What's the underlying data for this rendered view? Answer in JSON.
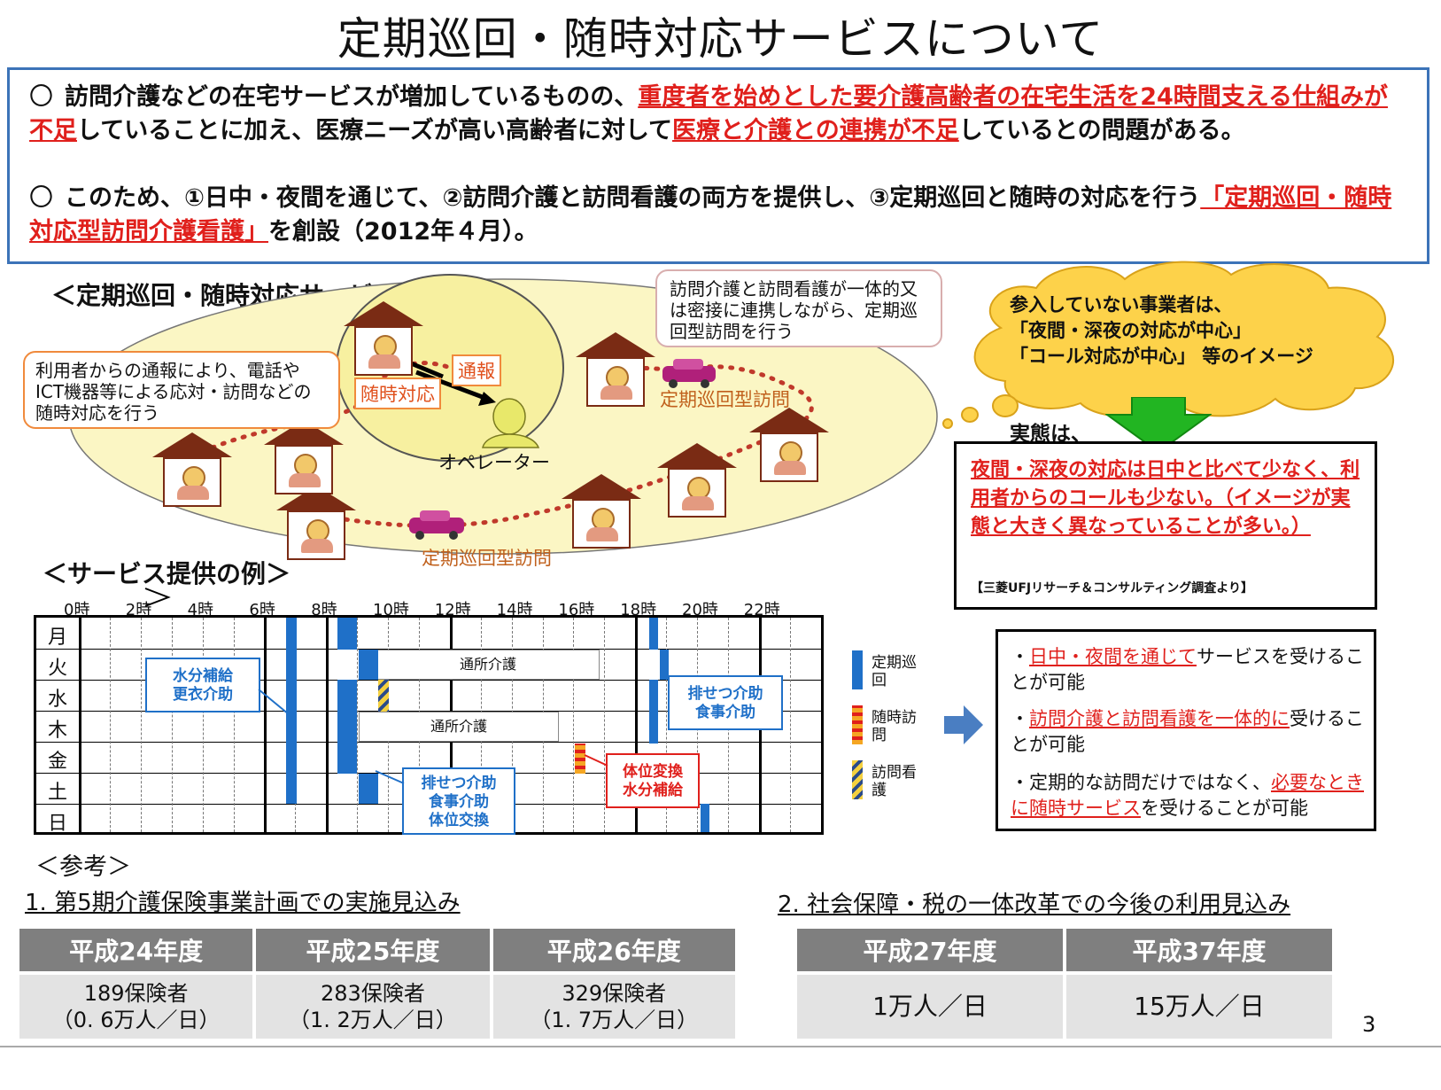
{
  "title": "定期巡回・随時対応サービスについて",
  "intro": {
    "p1_mark": "〇",
    "p1_a": "訪問介護などの在宅サービスが増加しているものの、",
    "p1_b": "重度者を始めとした要介護高齢者の在宅生活を24時間支える仕組みが不足",
    "p1_c": "していることに加え、医療ニーズが高い高齢者に対して",
    "p1_d": "医療と介護との連携が不足",
    "p1_e": "しているとの問題がある。",
    "p2_mark": "〇",
    "p2_a": "このため、①日中・夜間を通じて、②訪問介護と訪問看護の両方を提供し、③定期巡回と随時の対応を行う",
    "p2_b": "「定期巡回・随時対応型訪問介護看護」",
    "p2_c": "を創設（2012年４月）。"
  },
  "image_section": {
    "heading": "＜定期巡回・随時対応サービスのイメージ＞",
    "callout_left": "利用者からの通報により、電話やICT機器等による応対・訪問などの随時対応を行う",
    "callout_top": "訪問介護と訪問看護が一体的又は密接に連携しながら、定期巡回型訪問を行う",
    "tag_report": "通報",
    "tag_response": "随時対応",
    "operator": "オペレーター",
    "patrol_label_1": "定期巡回型訪問",
    "patrol_label_2": "定期巡回型訪問"
  },
  "cloud": {
    "line1": "参入していない事業者は、",
    "line2": "「夜間・深夜の対応が中心」",
    "line3": "「コール対応が中心」 等のイメージ"
  },
  "reality": {
    "label": "実態は、",
    "text": "夜間・深夜の対応は日中と比べて少なく、利用者からのコールも少ない。（イメージが実態と大きく異なっていることが多い。）",
    "source": "【三菱UFJリサーチ＆コンサルティング調査より】"
  },
  "schedule": {
    "heading": "＜サービス提供の例＞",
    "hours": [
      "0時",
      "2時",
      "4時",
      "6時",
      "8時",
      "10時",
      "12時",
      "14時",
      "16時",
      "18時",
      "20時",
      "22時"
    ],
    "days": [
      "月",
      "火",
      "水",
      "木",
      "金",
      "土",
      "日"
    ],
    "day_service_1": "通所介護",
    "day_service_2": "通所介護",
    "note_water": "水分補給\n更衣介助",
    "note_toilet_meal": "排せつ介助\n食事介助",
    "note_sat": "排せつ介助\n食事介助\n体位交換",
    "note_fri": "体位変換\n水分補給"
  },
  "legend": {
    "patrol": "定期巡回",
    "ondemand": "随時訪問",
    "nursing": "訪問看護"
  },
  "benefits": {
    "b1_a": "・",
    "b1_b": "日中・夜間を通じて",
    "b1_c": "サービスを受けることが可能",
    "b2_a": "・",
    "b2_b": "訪問介護と訪問看護を一体的に",
    "b2_c": "受けることが可能",
    "b3_a": "・定期的な訪問だけではなく、",
    "b3_b": "必要なときに随時サービス",
    "b3_c": "を受けることが可能"
  },
  "reference": {
    "heading": "＜参考＞",
    "t1_title": "1. 第5期介護保険事業計画での実施見込み",
    "t1_headers": [
      "平成24年度",
      "平成25年度",
      "平成26年度"
    ],
    "t1_values": [
      "189保険者",
      "283保険者",
      "329保険者"
    ],
    "t1_sub": [
      "（0. 6万人／日）",
      "（1. 2万人／日）",
      "（1. 7万人／日）"
    ],
    "t2_title": "2. 社会保障・税の一体改革での今後の利用見込み",
    "t2_headers": [
      "平成27年度",
      "平成37年度"
    ],
    "t2_values": [
      "1万人／日",
      "15万人／日"
    ]
  },
  "page_number": "3"
}
